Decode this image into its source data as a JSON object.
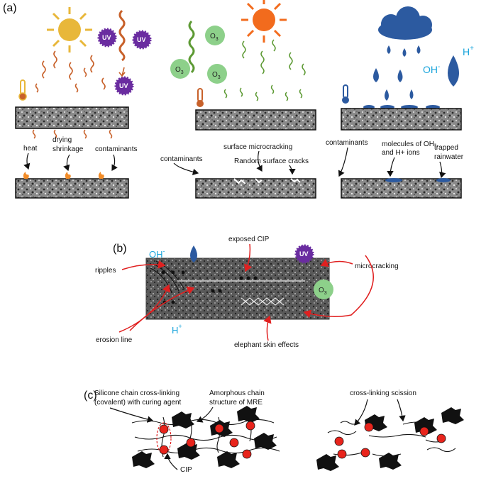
{
  "panels": {
    "a": {
      "label": "(a)",
      "uv_badge": "UV",
      "uv_badge_2": "UV",
      "uv_badge_3": "UV",
      "ozone_labels": [
        "O3",
        "O3",
        "O3"
      ],
      "ozone_main": "O",
      "ozone_sub": "3",
      "ion_oh": "OH",
      "ion_oh_sup": "-",
      "ion_h": "H",
      "ion_h_sup": "+",
      "col1_labels": {
        "heat": "heat",
        "drying_line1": "drying",
        "drying_line2": "shrinkage",
        "contaminants": "contaminants"
      },
      "col2_labels": {
        "surface_microcracking": "surface microcracking",
        "contaminants": "contaminants",
        "random_cracks": "Random surface cracks"
      },
      "col3_labels": {
        "contaminants": "contaminants",
        "molecules_line1": "molecules of OH-,",
        "molecules_line2": "and H+ ions",
        "trapped_line1": "trapped",
        "trapped_line2": "rainwater"
      }
    },
    "b": {
      "label": "(b)",
      "ion_oh": "OH",
      "ion_oh_sup": "-",
      "ion_h": "H",
      "ion_h_sup": "+",
      "uv_badge": "UV",
      "ozone_main": "O",
      "ozone_sub": "3",
      "labels": {
        "exposed_cip": "exposed CIP",
        "microcracking": "microcracking",
        "ripples": "ripples",
        "erosion_line": "erosion line",
        "elephant_skin": "elephant skin effects"
      }
    },
    "c": {
      "label": "(c)",
      "labels": {
        "crosslink_line1": "Silicone chain cross-linking",
        "crosslink_line2": "(covalent) with curing agent",
        "amorphous_line1": "Amorphous chain",
        "amorphous_line2": "structure of MRE",
        "cip": "CIP",
        "scission": "cross-linking scission"
      }
    }
  },
  "colors": {
    "sun_yellow": "#e8b73a",
    "sun_orange": "#f26b1d",
    "heat_wave": "#c8612a",
    "uv_purple": "#6a2ca0",
    "ozone_green": "#8dd08a",
    "green_wave": "#5d9a34",
    "rain_blue": "#2c5aa0",
    "ion_cyan": "#1aa5dc",
    "annotation_red": "#e02020",
    "cip_red": "#e8241c"
  }
}
